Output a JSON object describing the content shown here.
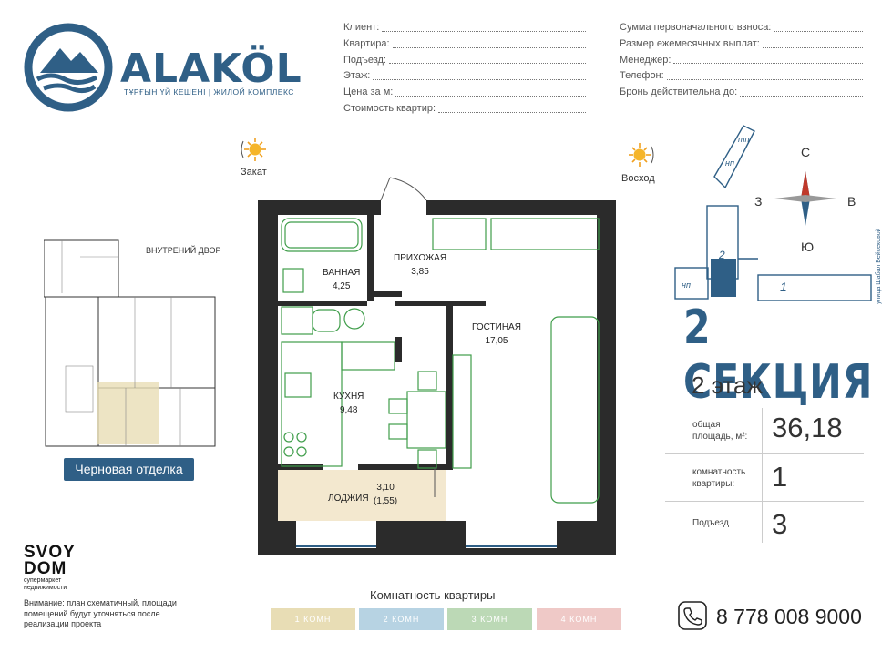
{
  "brand": {
    "name": "ALAKÖL",
    "tagline": "ТҰРҒЫН ҮЙ КЕШЕНІ | ЖИЛОЙ КОМПЛЕКС"
  },
  "form_left": [
    "Клиент:",
    "Квартира:",
    "Подъезд:",
    "Этаж:",
    "Цена за м:",
    "Стоимость квартир:"
  ],
  "form_right": [
    "Сумма первоначального взноса:",
    "Размер ежемесячных выплат:",
    "Менеджер:",
    "Телефон:",
    "Бронь действительна до:"
  ],
  "sun": {
    "sunset": "Закат",
    "sunrise": "Восход"
  },
  "rooms": {
    "bath": {
      "name": "ВАННАЯ",
      "area": "4,25"
    },
    "hall": {
      "name": "ПРИХОЖАЯ",
      "area": "3,85"
    },
    "living": {
      "name": "ГОСТИНАЯ",
      "area": "17,05"
    },
    "kitchen": {
      "name": "КУХНЯ",
      "area": "9,48"
    },
    "loggia": {
      "name": "ЛОДЖИЯ",
      "area": "3,10",
      "area2": "(1,55)"
    }
  },
  "siteplan": {
    "yard": "ВНУТРЕНИЙ ДВОР",
    "badge": "Черновая отделка"
  },
  "compass": {
    "n": "С",
    "s": "Ю",
    "w": "З",
    "e": "В"
  },
  "keyplan": {
    "np1": "тп",
    "np2": "нп",
    "np3": "нп",
    "sec2": "2",
    "sec1": "1",
    "street": "улица Шабал Бейсековой"
  },
  "section": {
    "title": "2 СЕКЦИЯ",
    "floor": "2 этаж"
  },
  "info": [
    {
      "label": "общая площадь, м²:",
      "value": "36,18"
    },
    {
      "label": "комнатность квартиры:",
      "value": "1"
    },
    {
      "label": "Подъезд",
      "value": "3"
    }
  ],
  "legend": {
    "title": "Комнатность квартиры",
    "chips": [
      {
        "label": "1 КОМН",
        "color": "#e8ddb5"
      },
      {
        "label": "2 КОМН",
        "color": "#b7d3e3"
      },
      {
        "label": "3 КОМН",
        "color": "#bcd9b6"
      },
      {
        "label": "4 КОМН",
        "color": "#efc9c7"
      }
    ]
  },
  "contact": {
    "phone": "8 778 008 9000"
  },
  "svoydom": {
    "line1": "SVOY",
    "line2": "DOM",
    "sub1": "супермаркет",
    "sub2": "недвижимости"
  },
  "note": "Внимание: план схематичный, площади помещений будут уточняться после реализации проекта",
  "colors": {
    "brand": "#2f5f86",
    "plan_green": "#3f9d4a",
    "wall": "#2b2b2b",
    "floor": "#f3e8cf"
  }
}
